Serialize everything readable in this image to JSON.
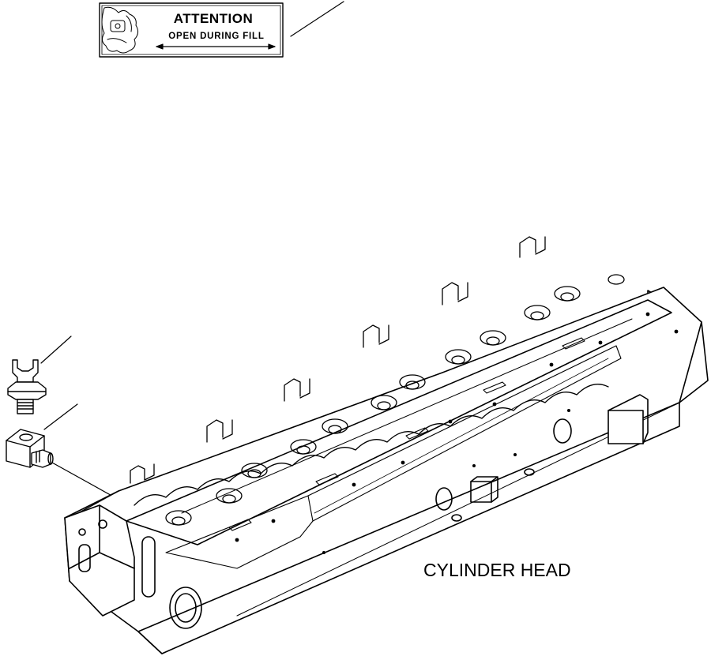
{
  "decal": {
    "title": "ATTENTION",
    "subtitle": "OPEN DURING FILL"
  },
  "part_label": "CYLINDER HEAD",
  "colors": {
    "line": "#000000",
    "background": "#ffffff"
  }
}
